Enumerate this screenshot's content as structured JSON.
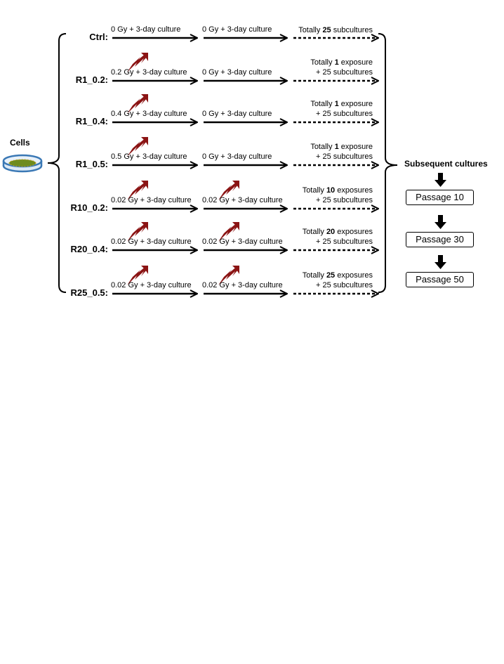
{
  "cells_label": "Cells",
  "subsequent_title": "Subsequent cultures",
  "groups": [
    {
      "label": "Ctrl:",
      "step1": "0 Gy + 3-day culture",
      "step2": "0 Gy + 3-day culture",
      "total_pre": "Totally ",
      "total_num": "25",
      "total_post": " subcultures",
      "total_line2": "",
      "irr1": false,
      "irr2": false
    },
    {
      "label": "R1_0.2:",
      "step1": "0.2 Gy + 3-day culture",
      "step2": "0 Gy + 3-day culture",
      "total_pre": "Totally ",
      "total_num": "1",
      "total_post": " exposure",
      "total_line2": "+ 25 subcultures",
      "irr1": true,
      "irr2": false
    },
    {
      "label": "R1_0.4:",
      "step1": "0.4 Gy + 3-day culture",
      "step2": "0 Gy + 3-day culture",
      "total_pre": "Totally ",
      "total_num": "1",
      "total_post": " exposure",
      "total_line2": "+ 25 subcultures",
      "irr1": true,
      "irr2": false
    },
    {
      "label": "R1_0.5:",
      "step1": "0.5 Gy + 3-day culture",
      "step2": "0 Gy + 3-day culture",
      "total_pre": "Totally ",
      "total_num": "1",
      "total_post": " exposure",
      "total_line2": "+ 25 subcultures",
      "irr1": true,
      "irr2": false
    },
    {
      "label": "R10_0.2:",
      "step1": "0.02 Gy + 3-day culture",
      "step2": "0.02 Gy + 3-day culture",
      "total_pre": "Totally ",
      "total_num": "10",
      "total_post": " exposures",
      "total_line2": "+ 25 subcultures",
      "irr1": true,
      "irr2": true
    },
    {
      "label": "R20_0.4:",
      "step1": "0.02 Gy + 3-day culture",
      "step2": "0.02 Gy + 3-day culture",
      "total_pre": "Totally ",
      "total_num": "20",
      "total_post": " exposures",
      "total_line2": "+ 25 subcultures",
      "irr1": true,
      "irr2": true
    },
    {
      "label": "R25_0.5:",
      "step1": "0.02 Gy + 3-day culture",
      "step2": "0.02 Gy + 3-day culture",
      "total_pre": "Totally ",
      "total_num": "25",
      "total_post": " exposures",
      "total_line2": "+ 25 subcultures",
      "irr1": true,
      "irr2": true
    }
  ],
  "passages": [
    "Passage 10",
    "Passage 30",
    "Passage 50"
  ],
  "colors": {
    "bolt": "#8B1414",
    "dish_rim": "#3A78B5",
    "dish_fill": "#DCE9F5",
    "cells": "#6E8B1E"
  },
  "icons": {
    "irradiation": "lightning-bolt-icon",
    "dish": "petri-dish-icon",
    "down_arrow": "down-arrow-icon"
  }
}
